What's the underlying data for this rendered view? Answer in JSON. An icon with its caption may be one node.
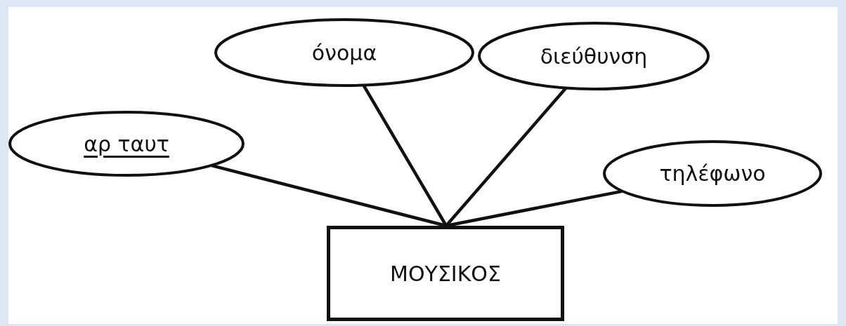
{
  "diagram": {
    "nodes": [
      {
        "text": [
          "αρ ταυτ"
        ]
      },
      {
        "text": [
          "όνομα"
        ]
      },
      {
        "text": [
          "διεύθυνση"
        ]
      },
      {
        "text": [
          "τηλέφωνο"
        ]
      },
      {
        "text": [
          "ΜΟΥΣΙΚΟΣ"
        ]
      }
    ],
    "edges": [
      {
        "from": 0,
        "to": 4,
        "arrow": "none"
      },
      {
        "from": 1,
        "to": 4,
        "arrow": "none"
      },
      {
        "from": 2,
        "to": 4,
        "arrow": "none"
      },
      {
        "from": 3,
        "to": 4,
        "arrow": "none"
      }
    ]
  }
}
